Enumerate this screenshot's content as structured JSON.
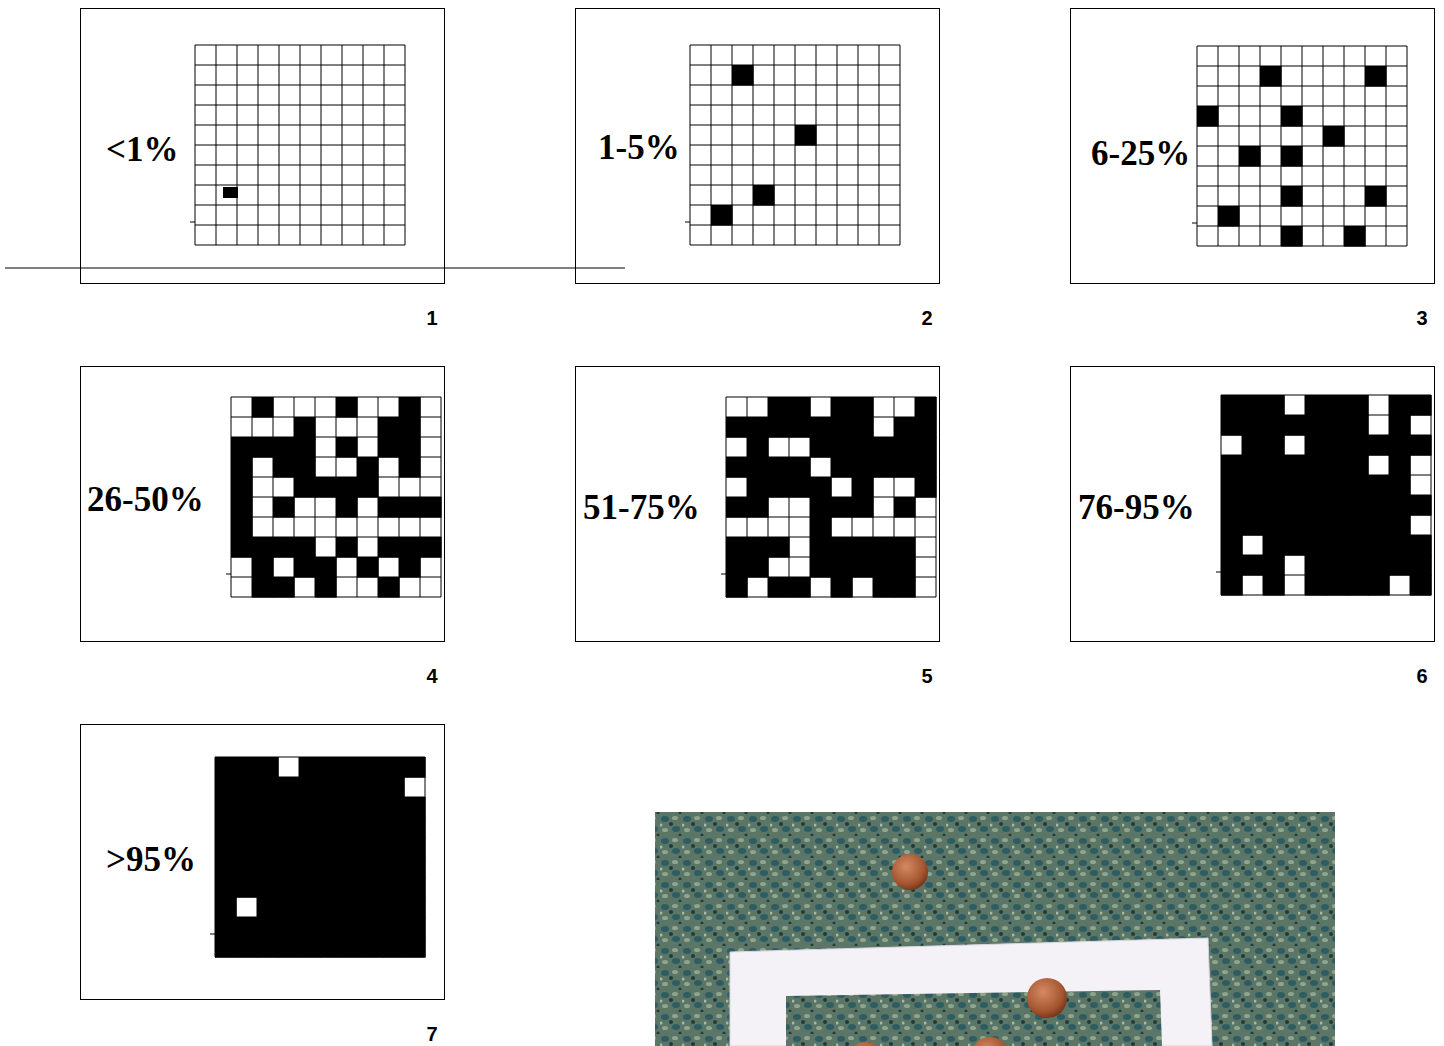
{
  "diagram": {
    "nodes": [
      {
        "text": [
          "<1%"
        ]
      },
      {
        "text": [
          "1-5%"
        ]
      },
      {
        "text": [
          "6-25%"
        ]
      },
      {
        "text": [
          "26-50%"
        ]
      },
      {
        "text": [
          "51-75%"
        ]
      },
      {
        "text": [
          "76-95%"
        ]
      },
      {
        "text": [
          ">95%"
        ]
      }
    ],
    "labels": [
      "1",
      "2",
      "3",
      "4",
      "5",
      "6",
      "7"
    ]
  }
}
